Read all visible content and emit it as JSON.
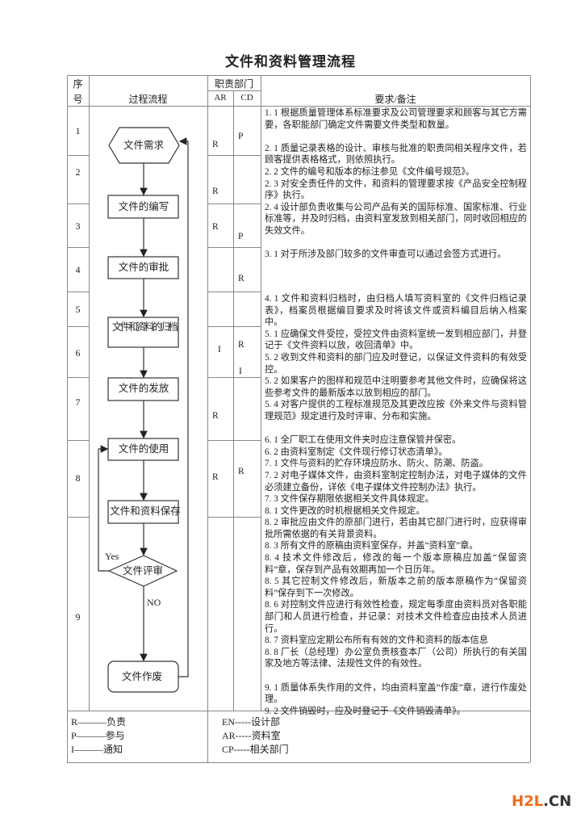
{
  "title": "文件和资料管理流程",
  "header": {
    "seq_line1": "序",
    "seq_line2": "号",
    "process": "过程流程",
    "dept": "职责部门",
    "ar": "AR",
    "cd": "CD",
    "requirements": "要求/备注"
  },
  "rows": [
    {
      "seq": "1",
      "ar": "R",
      "cd": "P"
    },
    {
      "seq": "2",
      "ar": "R",
      "cd": ""
    },
    {
      "seq": "3",
      "ar": "R",
      "cd": "P"
    },
    {
      "seq": "4",
      "ar": "",
      "cd": "R"
    },
    {
      "seq": "5",
      "ar": "",
      "cd": ""
    },
    {
      "seq": "6",
      "ar": "I",
      "cd": "R",
      "cd2": "I"
    },
    {
      "seq": "7",
      "ar": "R",
      "cd": ""
    },
    {
      "seq": "8",
      "ar": "R",
      "cd": "R"
    },
    {
      "seq": "9",
      "ar": "",
      "cd": ""
    }
  ],
  "flowchart": {
    "nodes": [
      "文件需求",
      "文件的编写",
      "文件的审批",
      "文件和资料的归档",
      "文件的发放",
      "文件的使用",
      "文件和资料保存",
      "文件评审",
      "文件作废"
    ],
    "yes_label": "Yes",
    "no_label": "NO"
  },
  "requirements_a": [
    "1. 1 根据质量管理体系标准要求及公司管理要求和顾客与其它方需要，各职能部门确定文件需要文件类型和数量。",
    "",
    "2. 1 质量记录表格的设计、审核与批准的职责同相关程序文件，若顾客提供表格格式，则依照执行。",
    "2. 2 文件的编号和版本的标注参见《文件编号规范》。",
    "2. 3 对安全责任件的文件，和资料的管理要求按《产品安全控制程序》执行。",
    "2. 4 设计部负责收集与公司产品有关的国际标准、国家标准、行业标准等，并及时归档，由资料室发放到相关部门，同时收回相应的失效文件。",
    "",
    "3. 1 对于所涉及部门较多的文件审查可以通过会签方式进行。"
  ],
  "requirements_b": [
    "4. 1 文件和资料归档时，由归档人填写资料室的《文件归档记录表》，档案员根据编目要求及时将该文件或资料编目后纳入档案中。",
    "5. 1 应确保文件受控，受控文件由资料室统一发到相应部门，并登记于《文件资料以放，收回清单》中。",
    "5. 2 收到文件和资料的部门应及时登记，以保证文件资料的有效受控。",
    "5. 2 如果客户的图样和规范中注明要参考其他文件时，应确保将这些参考文件的最新版本以放到相应的部门。",
    "5. 4 对客户提供的工程标准规范及其更改应按《外来文件与资料管理规范》规定进行及时评审、分布和实施。",
    "",
    "6. 1 全厂职工在使用文件夹时应注意保管并保密。",
    "6. 2 由资料室制定《文件现行修订状态清单》。",
    "7. 1 文件与资料的贮存环境应防水、防火、防潮、防盗。",
    "7. 2 对电子媒体文件，由资料室制定控制办法，对电子媒体的文件必须建立备份，详依《电子媒体文件控制办法》执行。",
    "7. 3 文件保存期限依据相关文件具体规定。",
    "8. 1 文件更改的时机根据相关文件规定。",
    "8. 2 审批应由文件的原部门进行，若由其它部门进行时，应获得审批所需依据的有关背景资料。",
    "8. 3 所有文件的原稿由资料室保存，并盖“资料室”章。",
    "8. 4 技术文件修改后，修改的每一个版本原稿应加盖“保留资料”章，保存到产品有效期再加一个日历年。",
    "8. 5 其它控制文件修改后，新版本之前的版本原稿作为“保留资料”保存到下一次修改。",
    "8. 6 对控制文件应进行有效性检查，规定每季度由资料员对各职能部门和人员进行检查，并记录：对技术文件检查应由技术人员进行。",
    "8. 7 资料室应定期公布所有有效的文件和资料的版本信息",
    "8. 8 厂长（总经理）办公室负责核查本厂（公司）所执行的有关国家及地方等法律、法规性文件的有效性。",
    "",
    "9. 1 质量体系失作用的文件，均由资料室盖“作废”章，进行作废处理。",
    "9. 2 文件销毁时，应及时登记于《文件销毁清单》。"
  ],
  "legend": {
    "left": [
      "R———负责",
      "P———参与",
      "I———通知"
    ],
    "right": [
      "EN-----设计部",
      "AR-----资料室",
      "CP-----相关部门"
    ]
  },
  "watermark": {
    "part1": "H2L",
    "part2": ".CN",
    "color1": "#f26a1b",
    "color2": "#333333"
  }
}
